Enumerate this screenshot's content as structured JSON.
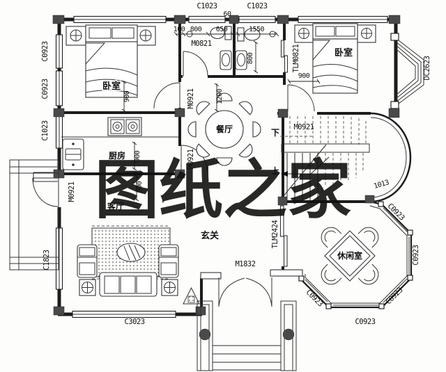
{
  "watermark": {
    "text": "图纸之家",
    "color": "#d93a30"
  },
  "rooms": {
    "bedroom_left": "卧室",
    "bedroom_right": "卧室",
    "kitchen": "厨房",
    "dining": "餐厅",
    "living": "客厅",
    "foyer": "玄关",
    "leisure": "休闲室"
  },
  "stairs": {
    "down": "下",
    "up": "上"
  },
  "doors": {
    "bath1_door": "M0821",
    "bedroom1_door": "M0921",
    "kitchen_door": "M0921",
    "side_door": "M0921",
    "stair_door": "M0921",
    "bath2_sliding": "TLM0821",
    "leisure_sliding": "TLM2424",
    "entry_door": "M1832"
  },
  "windows": {
    "bath1_top": "C1023",
    "bath2_top": "C1023",
    "left_upper": "C0923",
    "left_lower": "C0923",
    "left_kitchen": "C1023",
    "left_living": "C1823",
    "living_bottom": "C3023",
    "bay_right": "DC2623",
    "leisure_sw": "C0923",
    "leisure_s": "C0923",
    "leisure_se": "C0923",
    "leisure_e": "C0923",
    "leisure_ne": "C0923"
  },
  "dimensions": {
    "bath_100": "100",
    "bath_800": "800",
    "bath_650": "650",
    "bath_1550": "1550",
    "bath_60": "60",
    "bath2_sink_800": "800",
    "bedroom1_900": "900",
    "kitchen_900": "900",
    "living_900": "900",
    "bedroom2_900": "900",
    "dining_1200": "1200",
    "stair_1013": "1013"
  }
}
